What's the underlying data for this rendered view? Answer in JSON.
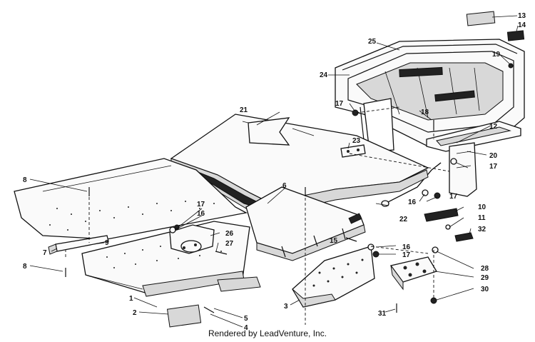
{
  "footer_text": "Rendered by LeadVenture, Inc.",
  "callouts": {
    "c1": "1",
    "c2": "2",
    "c3": "3",
    "c4": "4",
    "c5": "5",
    "c6": "6",
    "c7": "7",
    "c8a": "8",
    "c8b": "8",
    "c9": "9",
    "c10": "10",
    "c11": "11",
    "c12": "12",
    "c13": "13",
    "c14": "14",
    "c15": "15",
    "c16a": "16",
    "c16b": "16",
    "c16c": "16",
    "c17a": "17",
    "c17b": "17",
    "c17c": "17",
    "c17d": "17",
    "c17e": "17",
    "c18": "18",
    "c19": "19",
    "c20": "20",
    "c21": "21",
    "c22": "22",
    "c23": "23",
    "c24": "24",
    "c25": "25",
    "c26": "26",
    "c27": "27",
    "c28": "28",
    "c29": "29",
    "c30": "30",
    "c31": "31",
    "c32": "32"
  }
}
